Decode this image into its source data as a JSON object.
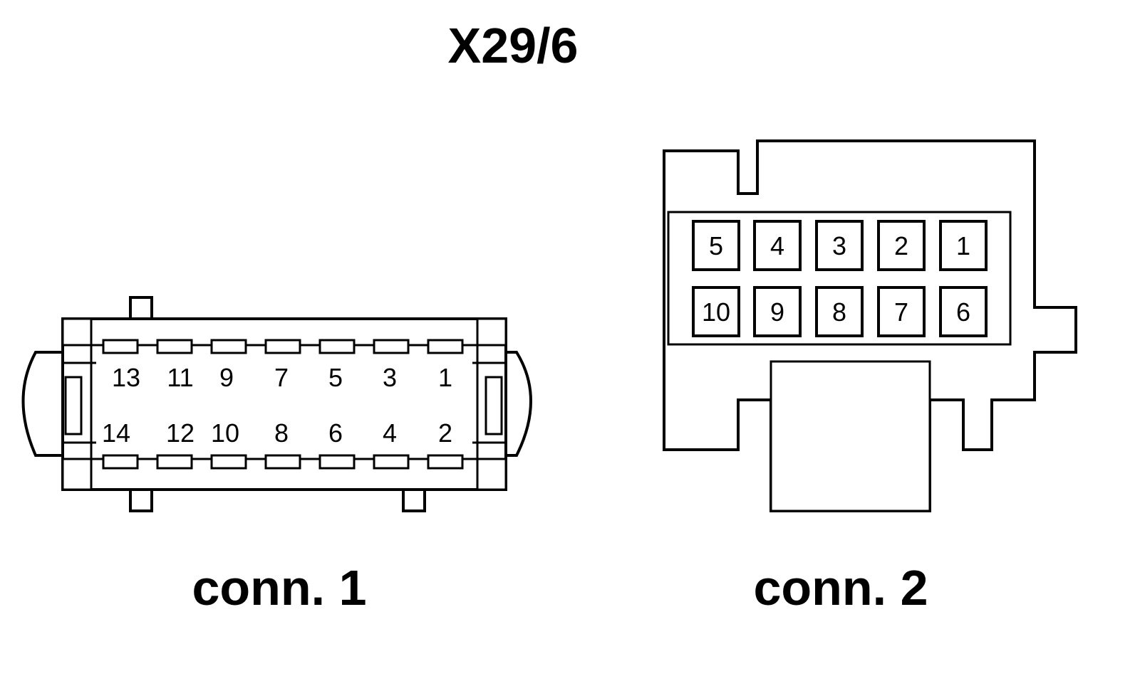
{
  "title": "X29/6",
  "connectors": [
    {
      "caption": "conn. 1",
      "top_row_pins": [
        "13",
        "11",
        "9",
        "7",
        "5",
        "3",
        "1"
      ],
      "bottom_row_pins": [
        "14",
        "12",
        "10",
        "8",
        "6",
        "4",
        "2"
      ]
    },
    {
      "caption": "conn. 2",
      "top_row_pins": [
        "5",
        "4",
        "3",
        "2",
        "1"
      ],
      "bottom_row_pins": [
        "10",
        "9",
        "8",
        "7",
        "6"
      ]
    }
  ]
}
